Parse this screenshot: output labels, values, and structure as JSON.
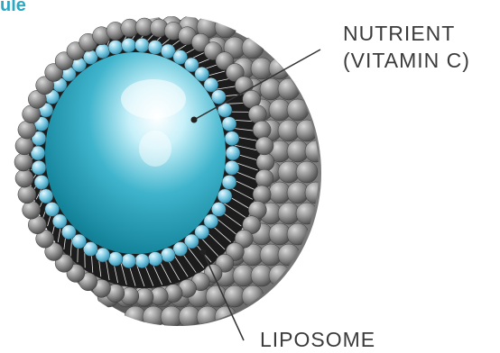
{
  "header": {
    "partial_title": "ule"
  },
  "labels": {
    "nutrient_line1": "NUTRIENT",
    "nutrient_line2": "(VITAMIN C)",
    "liposome": "LIPOSOME"
  },
  "colors": {
    "partial_title": "#2aa8c4",
    "label_text": "#3b3b3b",
    "leader_line": "#333333",
    "outer_bead": "#8a8a8a",
    "inner_bead": "#79c8e0",
    "core": "#1f9db3",
    "core_highlight": "#e8fbff",
    "tails": "#1d1d1d"
  },
  "icons": {
    "liposome_illustration": "liposome-cutaway-illustration"
  }
}
